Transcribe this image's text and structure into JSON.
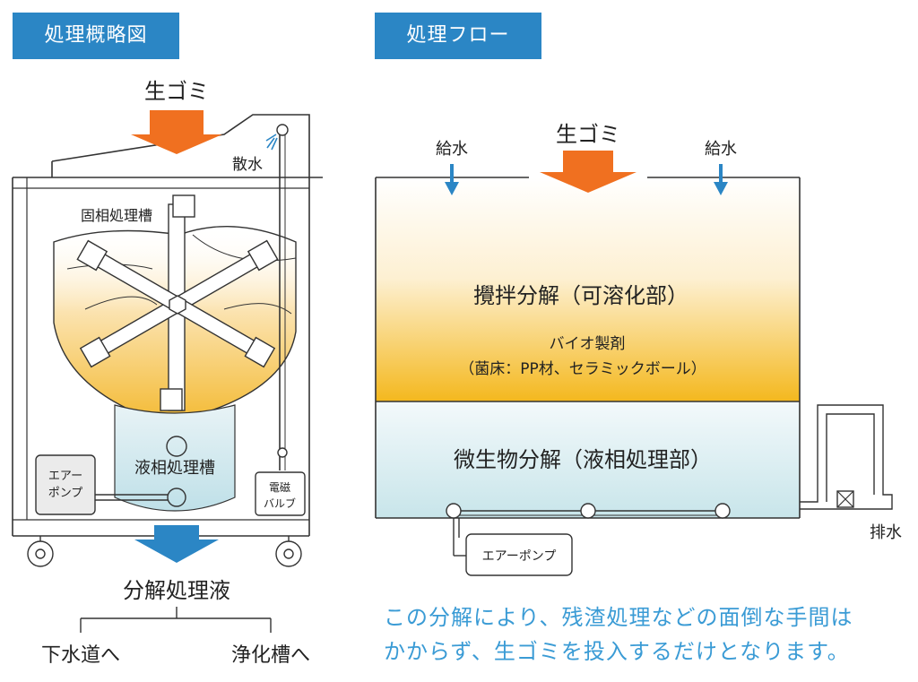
{
  "left_panel": {
    "header": "処理概略図",
    "input_label": "生ゴミ",
    "spray_label": "散水",
    "solid_tank_label": "固相処理槽",
    "liquid_tank_label": "液相処理槽",
    "air_pump_label_line1": "エアー",
    "air_pump_label_line2": "ポンプ",
    "valve_label_line1": "電磁",
    "valve_label_line2": "バルブ",
    "output_label": "分解処理液",
    "destination_left": "下水道へ",
    "destination_right": "浄化槽へ"
  },
  "right_panel": {
    "header": "処理フロー",
    "input_label": "生ゴミ",
    "water_left": "給水",
    "water_right": "給水",
    "upper_zone_title": "攪拌分解（可溶化部）",
    "upper_zone_sub1": "バイオ製剤",
    "upper_zone_sub2": "（菌床：PP材、セラミックボール）",
    "lower_zone_title": "微生物分解（液相処理部）",
    "air_pump_label": "エアーポンプ",
    "drain_label": "排水"
  },
  "caption": {
    "line1": "この分解により、残渣処理などの面倒な手間は",
    "line2": "かからず、生ゴミを投入するだけとなります。"
  },
  "colors": {
    "header_bg": "#2b86c5",
    "arrow_orange": "#f07020",
    "arrow_blue": "#2b86c5",
    "caption_text": "#3a9bd5",
    "sludge_gold": "#f5c038",
    "liquid_teal": "#cfe8ee"
  }
}
